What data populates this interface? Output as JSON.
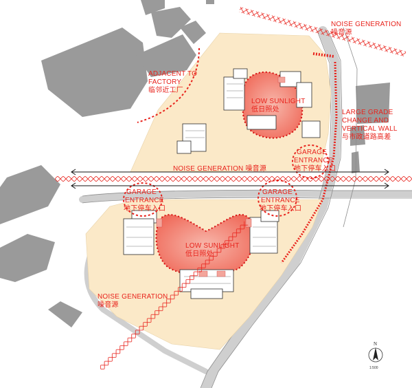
{
  "labels": {
    "noise_top": "NOISE GENERATION",
    "noise_top_cn": "噪音源",
    "factory_1": "ADJACENT TO",
    "factory_2": "FACTORY",
    "factory_cn": "临邻近工厂",
    "low_sun_north": "LOW SUNLIGHT",
    "low_sun_north_cn": "低日照处",
    "grade_1": "LARGE GRADE",
    "grade_2": "CHANGE AND",
    "grade_3": "VERTICAL WALL",
    "grade_cn": "与市政道路高差",
    "garage_ne_1": "GARAGE",
    "garage_ne_2": "ENTRANCE",
    "garage_ne_cn": "地下停车入口",
    "noise_mid": "NOISE GENERATION 噪音源",
    "garage_w_1": "GARAGE",
    "garage_w_2": "ENTRANCE",
    "garage_w_cn": "地下停车入口",
    "garage_e_1": "GARAGE",
    "garage_e_2": "ENTRANCE",
    "garage_e_cn": "地下停车入口",
    "low_sun_south": "LOW SUNLIGHT",
    "low_sun_south_cn": "低日照处",
    "noise_sw": "NOISE GENERATION",
    "noise_sw_cn": "噪音源",
    "north": "N",
    "scale": "1:500"
  },
  "colors": {
    "site": "#fbe9c8",
    "hotspot": "#f26b5e",
    "accent": "#e8231c",
    "road": "#c9c9c9",
    "building_dark": "#9a9a9a"
  }
}
